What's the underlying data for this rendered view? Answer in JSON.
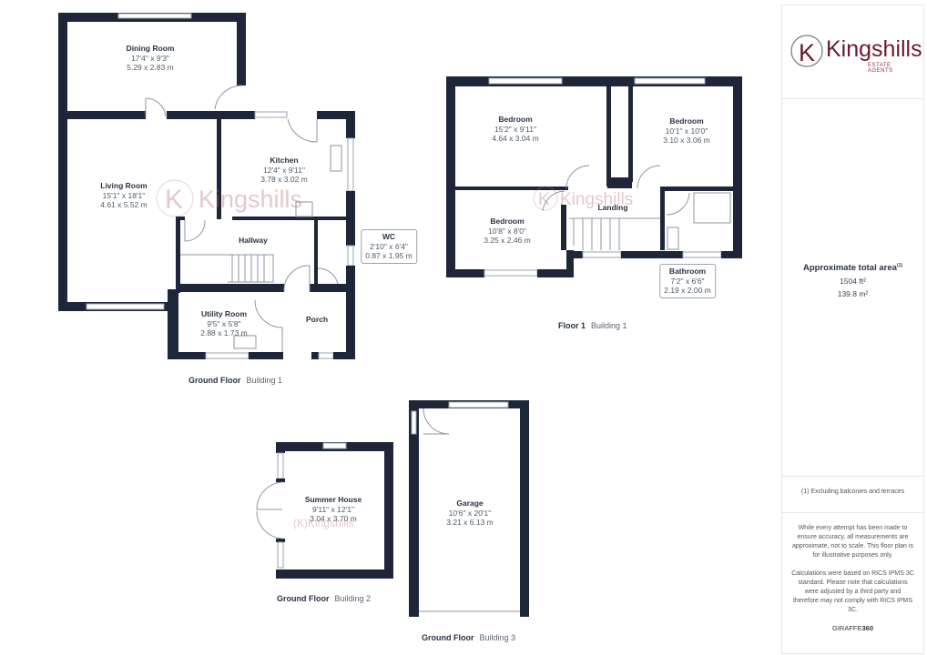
{
  "brand": {
    "name": "Kingshills",
    "tagline": "ESTATE AGENTS",
    "initial": "K",
    "color": "#6b1a2e"
  },
  "floors": [
    {
      "floor": "Ground Floor",
      "building": "Building 1",
      "rooms": [
        {
          "name": "Dining Room",
          "imperial": "17'4\" x 9'3\"",
          "metric": "5.29 x 2.83 m"
        },
        {
          "name": "Living Room",
          "imperial": "15'1\" x 18'1\"",
          "metric": "4.61 x 5.52 m"
        },
        {
          "name": "Kitchen",
          "imperial": "12'4\" x 9'11\"",
          "metric": "3.78 x 3.02 m"
        },
        {
          "name": "Hallway"
        },
        {
          "name": "WC",
          "imperial": "2'10\" x 6'4\"",
          "metric": "0.87 x 1.95 m"
        },
        {
          "name": "Utility Room",
          "imperial": "9'5\" x 5'8\"",
          "metric": "2.88 x 1.73 m"
        },
        {
          "name": "Porch"
        }
      ]
    },
    {
      "floor": "Floor 1",
      "building": "Building 1",
      "rooms": [
        {
          "name": "Bedroom",
          "imperial": "15'2\" x 9'11\"",
          "metric": "4.64 x 3.04 m"
        },
        {
          "name": "Bedroom",
          "imperial": "10'1\" x 10'0\"",
          "metric": "3.10 x 3.06 m"
        },
        {
          "name": "Bedroom",
          "imperial": "10'8\" x 8'0\"",
          "metric": "3.25 x 2.46 m"
        },
        {
          "name": "Landing"
        },
        {
          "name": "Bathroom",
          "imperial": "7'2\" x 6'6\"",
          "metric": "2.19 x 2.00 m"
        }
      ]
    },
    {
      "floor": "Ground Floor",
      "building": "Building 2",
      "rooms": [
        {
          "name": "Summer House",
          "imperial": "9'11\" x 12'1\"",
          "metric": "3.04 x 3.70 m"
        }
      ]
    },
    {
      "floor": "Ground Floor",
      "building": "Building 3",
      "rooms": [
        {
          "name": "Garage",
          "imperial": "10'6\" x 20'1\"",
          "metric": "3.21 x 6.13 m"
        }
      ]
    }
  ],
  "sidebar": {
    "area_title": "Approximate total area",
    "area_footnote_mark": "(1)",
    "area_imperial": "1504 ft²",
    "area_metric": "139.8 m²",
    "footnote": "(1) Excluding balconies and terraces",
    "disclaimer": "While every attempt has been made to ensure accuracy, all measurements are approximate, not to scale. This floor plan is for illustrative purposes only.",
    "calculation_note": "Calculations were based on RICS IPMS 3C standard. Please note that calculations were adjusted by a third party and therefore may not comply with RICS IPMS 3C.",
    "credit_a": "GIRAFFE",
    "credit_b": "360"
  }
}
